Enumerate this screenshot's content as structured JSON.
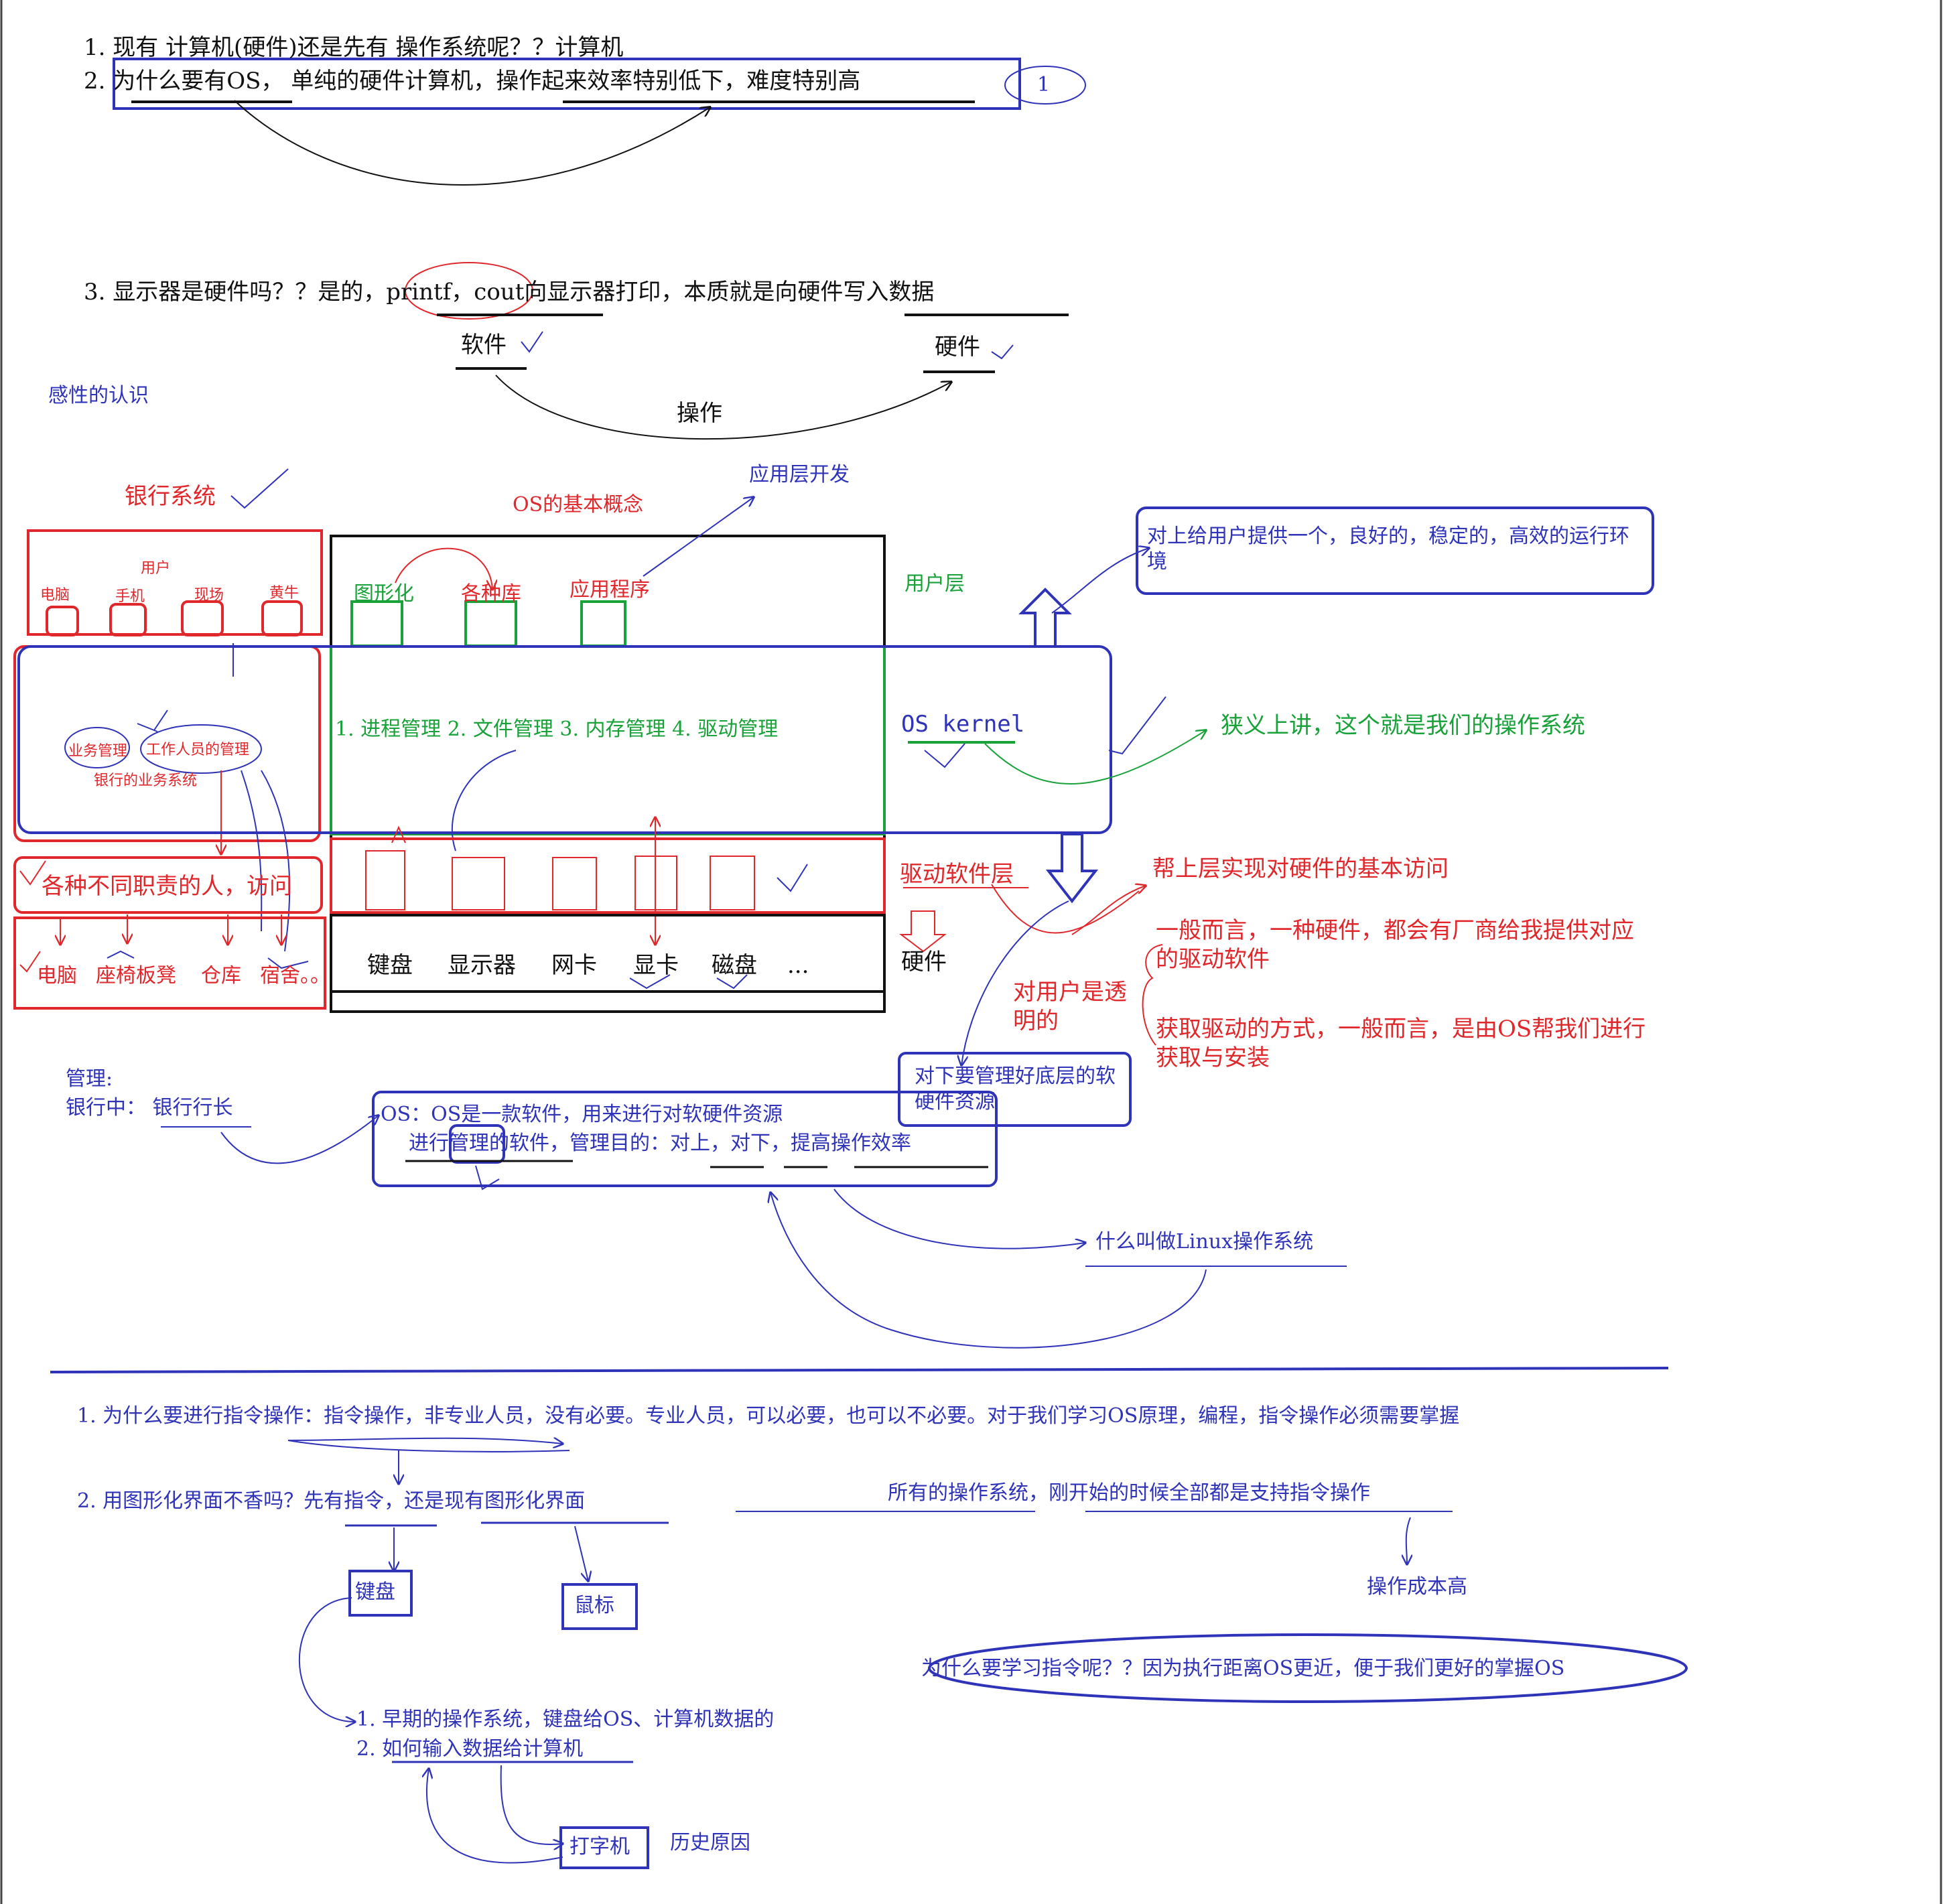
{
  "colors": {
    "black": "#111111",
    "blue": "#2e33b8",
    "red": "#e0272b",
    "green": "#1aa23a"
  },
  "intro": {
    "q1": "1. 现有 计算机(硬件)还是先有 操作系统呢？？计算机",
    "q2": "2. 为什么要有OS， 单纯的硬件计算机，操作起来效率特别低下，难度特别高",
    "circle_mark": "1",
    "q3": "3. 显示器是硬件吗？？是的，printf，cout向显示器打印，本质就是向硬件写入数据"
  },
  "soft_hard": {
    "software": "软件",
    "hardware": "硬件",
    "operate": "操作"
  },
  "perceptual": "感性的认识",
  "bank": {
    "title": "银行系统",
    "user": "用户",
    "user_items": [
      "电脑",
      "手机",
      "现场",
      "黄牛"
    ],
    "business_mgmt": "业务管理",
    "staff_mgmt": "工作人员的管理",
    "business_system": "银行的业务系统",
    "staff_access": "各种不同职责的人，访问",
    "resources": [
      "电脑",
      "座椅板凳",
      "仓库",
      "宿舍。。"
    ]
  },
  "os_diagram": {
    "title": "OS的基本概念",
    "app_dev": "应用层开发",
    "user_items": [
      "图形化",
      "各种库",
      "应用程序"
    ],
    "user_layer": "用户层",
    "kernel_items": "1. 进程管理 2. 文件管理 3. 内存管理 4. 驱动管理",
    "kernel_label": "OS kernel",
    "narrow": "狭义上讲，这个就是我们的操作系统",
    "upper_desc": "对上给用户提供一个，良好的，稳定的，高效的运行环境",
    "driver_layer": "驱动软件层",
    "driver_help": "帮上层实现对硬件的基本访问",
    "driver_note1": "一般而言，一种硬件，都会有厂商给我提供对应的驱动软件",
    "driver_note2": "获取驱动的方式，一般而言，是由OS帮我们进行获取与安装",
    "transparent": "对用户是透明的",
    "hardware_label": "硬件",
    "hardware_items": [
      "键盘",
      "显示器",
      "网卡",
      "显卡",
      "磁盘",
      "..."
    ],
    "lower_desc": "对下要管理好底层的软硬件资源"
  },
  "management": {
    "label": "管理:",
    "bank_head": "银行中： 银行行长",
    "definition_1": "OS：OS是一款软件，用来进行对软硬件资源",
    "definition_2": "进行管理的软件，管理目的：对上，对下，提高操作效率",
    "linux": "什么叫做Linux操作系统"
  },
  "commands": {
    "q1": "1. 为什么要进行指令操作：指令操作，非专业人员，没有必要。专业人员，可以必要，也可以不必要。对于我们学习OS原理，编程，指令操作必须需要掌握",
    "q2": "2. 用图形化界面不香吗？先有指令，还是现有图形化界面",
    "all_os": "所有的操作系统，刚开始的时候全部都是支持指令操作",
    "cost": "操作成本高",
    "why_learn": "为什么要学习指令呢？？因为执行距离OS更近，便于我们更好的掌握OS",
    "keyboard": "键盘",
    "mouse": "鼠标",
    "early1": "1. 早期的操作系统，键盘给OS、计算机数据的",
    "early2": "2. 如何输入数据给计算机",
    "typewriter": "打字机",
    "history": "历史原因"
  }
}
